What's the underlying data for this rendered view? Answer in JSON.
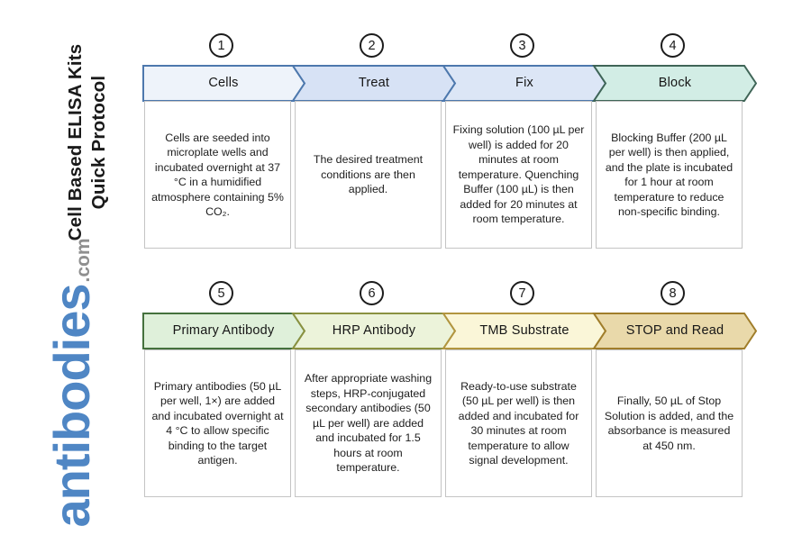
{
  "sidebar": {
    "title_line1": "Cell Based ELISA Kits",
    "title_line2": "Quick Protocol",
    "logo": "antibodies",
    "logo_suffix": ".com"
  },
  "colors": {
    "logo_blue": "#4f86c4",
    "logo_suffix_gray": "#8f8f8f",
    "box_border": "#c4c4c4",
    "circle_border": "#1c1c1c"
  },
  "protocol": {
    "steps": [
      {
        "number": "1",
        "label": "Cells",
        "fill": "#eef3fa",
        "border": "#4d78ad",
        "description": "Cells are seeded into microplate wells and incubated overnight at 37 °C in a humidified atmosphere containing 5% CO₂."
      },
      {
        "number": "2",
        "label": "Treat",
        "fill": "#d7e2f5",
        "border": "#4d78ad",
        "description": "The desired treatment conditions are then applied."
      },
      {
        "number": "3",
        "label": "Fix",
        "fill": "#dce6f6",
        "border": "#4d78ad",
        "description": "Fixing solution (100 µL per well) is added for 20 minutes at room temperature. Quenching Buffer (100 µL) is then added for 20 minutes at room temperature."
      },
      {
        "number": "4",
        "label": "Block",
        "fill": "#d2ede5",
        "border": "#3f6557",
        "description": "Blocking Buffer (200 µL per well) is then applied, and the plate is incubated for 1 hour at room temperature to reduce non-specific binding."
      },
      {
        "number": "5",
        "label": "Primary Antibody",
        "fill": "#dff0da",
        "border": "#45713d",
        "description": "Primary antibodies (50 µL per well, 1×) are added and incubated overnight at 4 °C to allow specific binding to the target antigen."
      },
      {
        "number": "6",
        "label": "HRP Antibody",
        "fill": "#ecf3da",
        "border": "#8a9140",
        "description": "After appropriate washing steps, HRP-conjugated secondary antibodies (50 µL per well) are added and incubated for 1.5 hours at room temperature."
      },
      {
        "number": "7",
        "label": "TMB Substrate",
        "fill": "#faf6d8",
        "border": "#b2953f",
        "description": "Ready-to-use substrate (50 µL per well) is then added and incubated for 30 minutes at room temperature to allow signal development."
      },
      {
        "number": "8",
        "label": "STOP and Read",
        "fill": "#e9d9aa",
        "border": "#a07d2a",
        "description": "Finally, 50 µL of Stop Solution is added, and the absorbance is measured at 450 nm."
      }
    ]
  }
}
